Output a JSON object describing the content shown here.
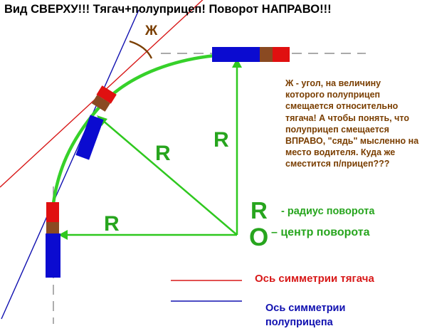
{
  "title": "Вид СВЕРХУ!!! Тягач+полуприцеп! Поворот НАПРАВО!!!",
  "angle_label": "Ж",
  "explanation": "Ж - угол, на величину которого полуприцеп смещается относительно тягача! А чтобы понять, что полуприцеп смещается ВПРАВО, \"сядь\" мысленно на место водителя. Куда же сместится п/прицеп???",
  "radius_label": "R",
  "center_label": "O",
  "gloss_radius": "- радиус поворота",
  "gloss_center": "– центр поворота",
  "legend": {
    "tractor_axis": "Ось симметрии тягача",
    "trailer_axis": "Ось симметрии полуприцепа"
  },
  "colors": {
    "path_green": "#36d12a",
    "radius_green": "#2fc81f",
    "label_green": "#27a51e",
    "tractor_axis_red": "#d81818",
    "trailer_axis_blue": "#1010b0",
    "trailer_blue": "#0b0bd0",
    "tractor_red": "#e01010",
    "hitch_brown": "#8a4a22",
    "angle_brown": "#7a3e00"
  }
}
